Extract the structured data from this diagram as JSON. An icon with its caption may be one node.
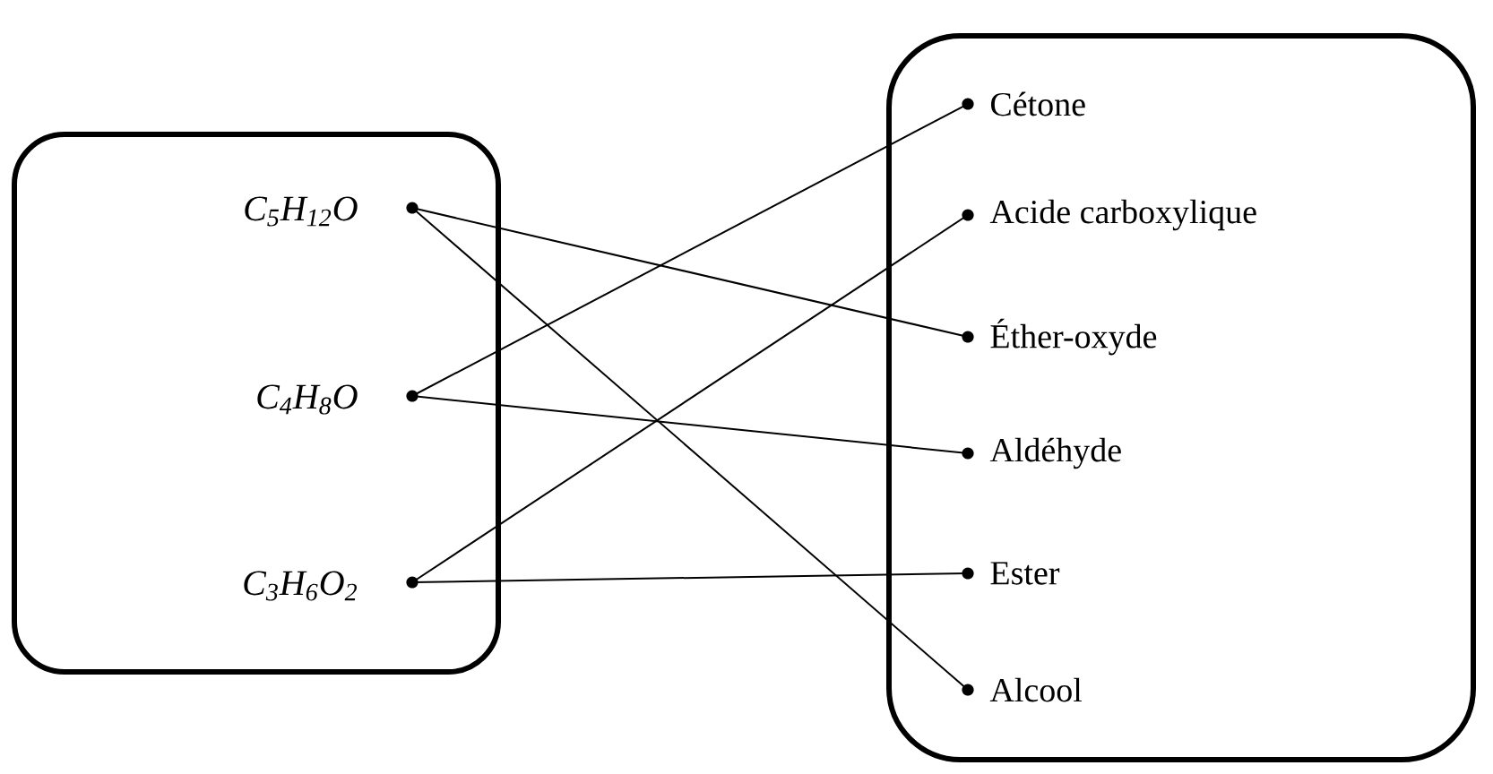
{
  "diagram": {
    "nodes": [
      {
        "text": [],
        "shape": "box"
      },
      {
        "text": [],
        "shape": "box"
      },
      {
        "text": [
          "C$_{5}$H$_{12}$O"
        ],
        "in": 0
      },
      {
        "text": [
          "C$_{4}$H$_{8}$O"
        ],
        "in": 0
      },
      {
        "text": [
          "C$_{3}$H$_{6}$O$_{2}$"
        ],
        "in": 0
      },
      {
        "text": [
          "Cétone"
        ],
        "in": 1
      },
      {
        "text": [
          "Acide carboxylique"
        ],
        "in": 1
      },
      {
        "text": [
          "Éther-oxyde"
        ],
        "in": 1
      },
      {
        "text": [
          "Aldéhyde"
        ],
        "in": 1
      },
      {
        "text": [
          "Ester"
        ],
        "in": 1
      },
      {
        "text": [
          "Alcool"
        ],
        "in": 1
      }
    ],
    "edges": [
      {
        "from": 2,
        "to": 7,
        "arrow": "none"
      },
      {
        "from": 2,
        "to": 10,
        "arrow": "none"
      },
      {
        "from": 3,
        "to": 5,
        "arrow": "none"
      },
      {
        "from": 3,
        "to": 8,
        "arrow": "none"
      },
      {
        "from": 4,
        "to": 6,
        "arrow": "none"
      },
      {
        "from": 4,
        "to": 9,
        "arrow": "none"
      }
    ]
  }
}
